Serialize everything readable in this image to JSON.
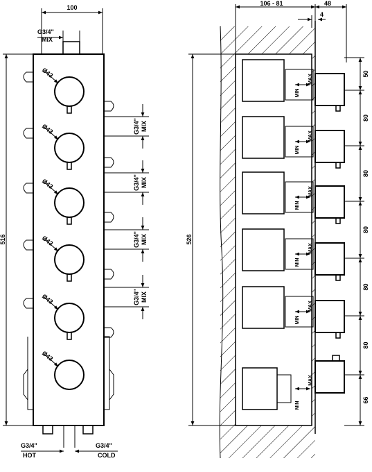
{
  "front_view": {
    "top_dim": "100",
    "top_conn": "G3/4\"",
    "top_conn_sub": "MIX",
    "height_dim": "516",
    "diameter_label": "Ø43",
    "side_conn": "G3/4\"",
    "side_conn_sub": "MIX",
    "bottom_left_conn": "G3/4\"",
    "bottom_left_sub": "HOT",
    "bottom_right_conn": "G3/4\"",
    "bottom_right_sub": "COLD"
  },
  "side_view": {
    "depth_dim": "106 - 81",
    "knob_dim": "48",
    "plate_dim": "4",
    "height_dim": "526",
    "min_label": "MIN",
    "max_label": "MAX",
    "spacings": [
      "50",
      "80",
      "80",
      "80",
      "80",
      "80",
      "66"
    ]
  }
}
